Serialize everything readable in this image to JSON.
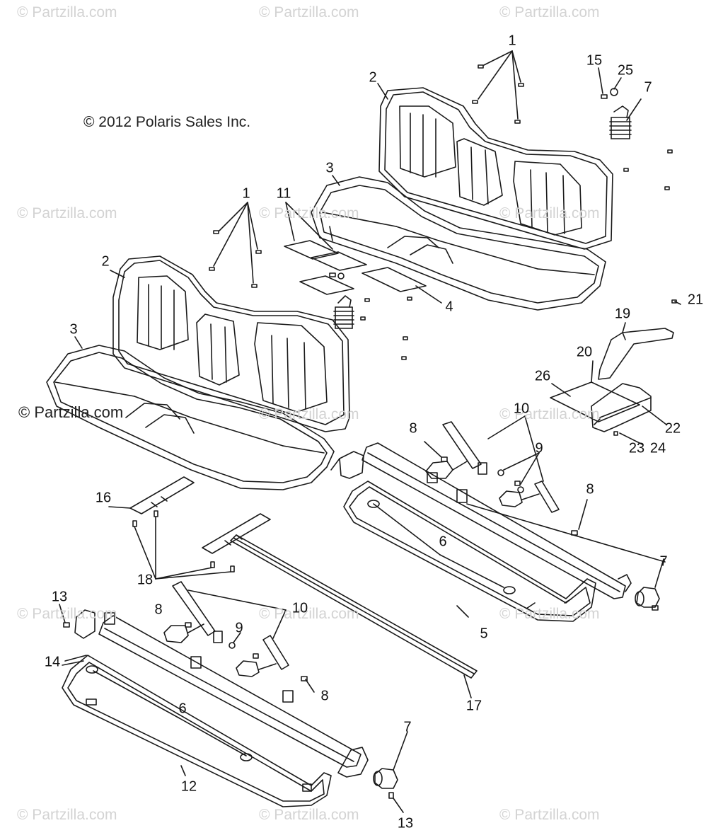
{
  "copyright": "© 2012 Polaris Sales Inc.",
  "watermark": "© Partzilla.com",
  "callouts": [
    "1",
    "2",
    "3",
    "11",
    "4",
    "15",
    "25",
    "7",
    "1",
    "2",
    "3",
    "21",
    "19",
    "20",
    "26",
    "22",
    "24",
    "23",
    "10",
    "8",
    "9",
    "8",
    "6",
    "7",
    "5",
    "16",
    "18",
    "13",
    "8",
    "9",
    "10",
    "14",
    "8",
    "17",
    "6",
    "7",
    "12",
    "13"
  ],
  "colors": {
    "line": "#1a1a1a",
    "watermark": "#d3d3d3",
    "background": "#ffffff"
  }
}
